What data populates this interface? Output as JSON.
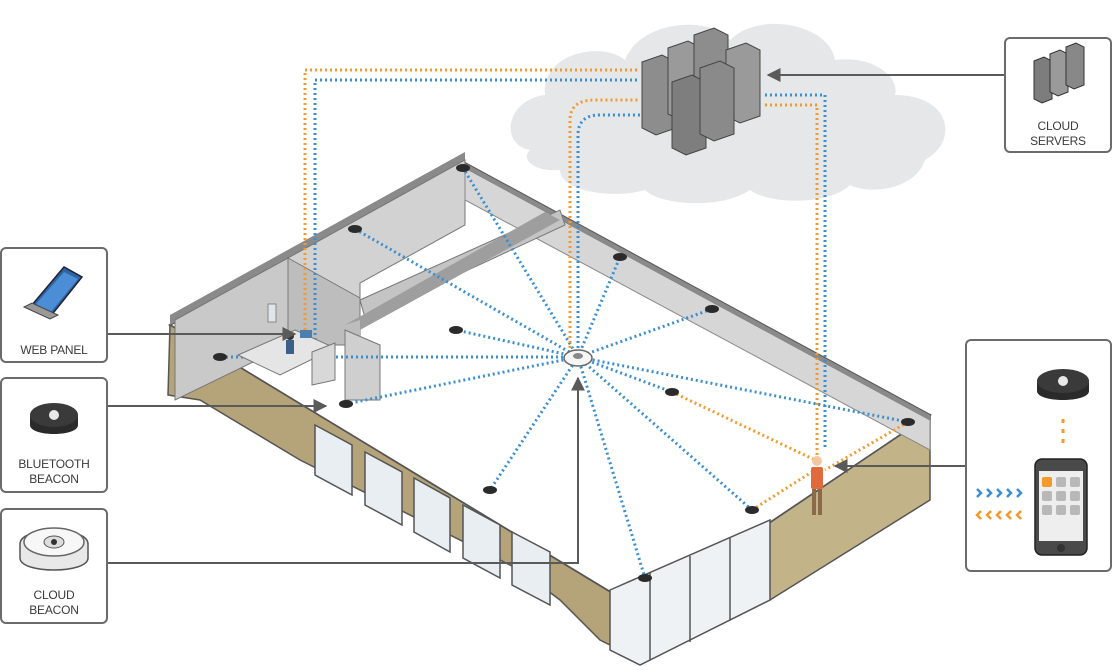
{
  "callouts": {
    "cloud_servers": {
      "line1": "CLOUD",
      "line2": "SERVERS"
    },
    "web_panel": {
      "line1": "WEB PANEL"
    },
    "bluetooth_beacon": {
      "line1": "BLUETOOTH",
      "line2": "BEACON"
    },
    "cloud_beacon": {
      "line1": "CLOUD",
      "line2": "BEACON"
    },
    "mobile_phone": {}
  },
  "colors": {
    "bluetooth_signal": "#3b8fd0",
    "cloud_signal": "#f39a2d",
    "callout_border": "#6b6b6b",
    "wall": "#c9c9c9",
    "earth": "#b5a47a",
    "cloud": "#e6e7e8"
  },
  "icons": [
    "laptop-icon",
    "bluetooth-beacon-icon",
    "cloud-beacon-icon",
    "server-rack-icon",
    "smartphone-icon",
    "person-icon"
  ]
}
